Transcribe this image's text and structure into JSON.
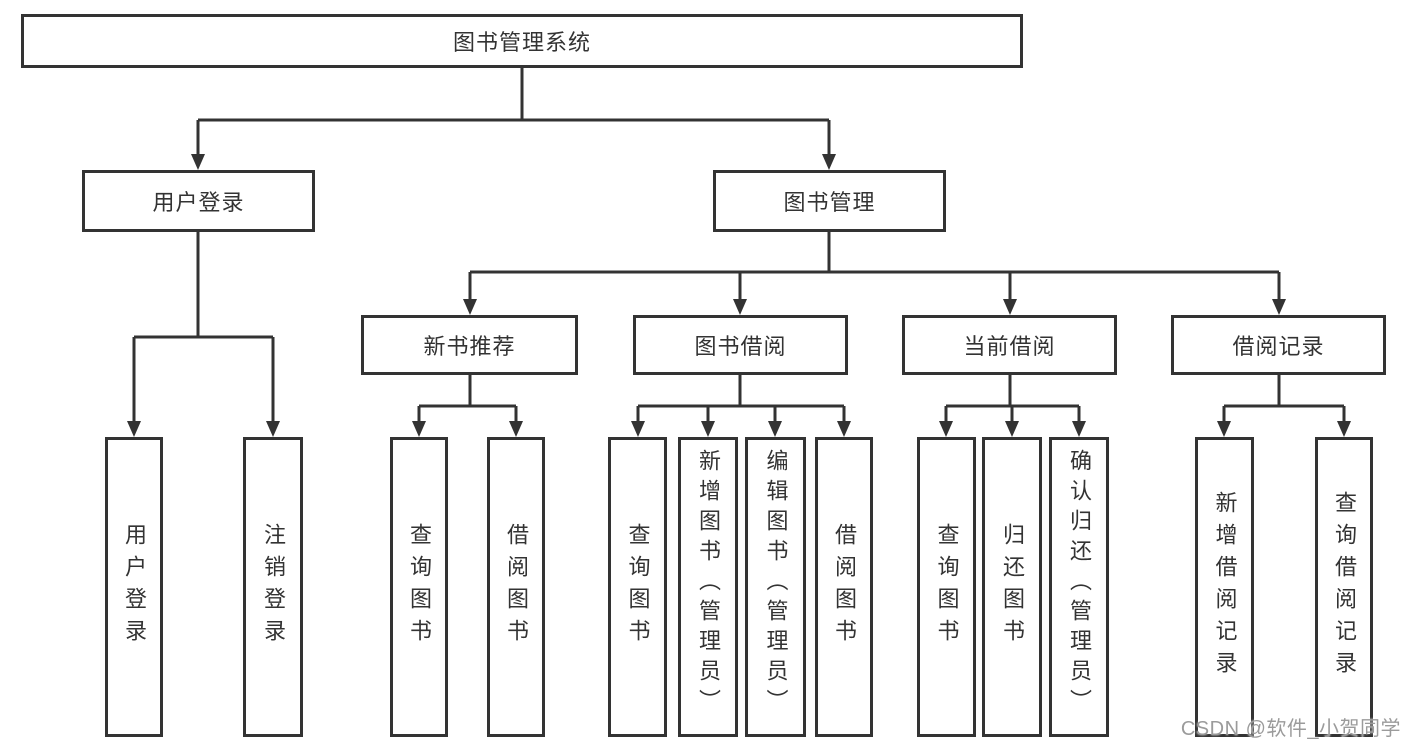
{
  "tree": {
    "label": "图书管理系统",
    "children": [
      {
        "label": "用户登录",
        "children": [
          {
            "label": "用户登录"
          },
          {
            "label": "注销登录"
          }
        ]
      },
      {
        "label": "图书管理",
        "children": [
          {
            "label": "新书推荐",
            "children": [
              {
                "label": "查询图书"
              },
              {
                "label": "借阅图书"
              }
            ]
          },
          {
            "label": "图书借阅",
            "children": [
              {
                "label": "查询图书"
              },
              {
                "label": "新增图书（管理员）"
              },
              {
                "label": "编辑图书（管理员）"
              },
              {
                "label": "借阅图书"
              }
            ]
          },
          {
            "label": "当前借阅",
            "children": [
              {
                "label": "查询图书"
              },
              {
                "label": "归还图书"
              },
              {
                "label": "确认归还（管理员）"
              }
            ]
          },
          {
            "label": "借阅记录",
            "children": [
              {
                "label": "新增借阅记录"
              },
              {
                "label": "查询借阅记录"
              }
            ]
          }
        ]
      }
    ]
  },
  "watermark": {
    "text": "CSDN @软件_小贺同学",
    "color": "#9b9b9b"
  },
  "colors": {
    "line": "#333333",
    "text": "#333333",
    "background": "#ffffff"
  }
}
